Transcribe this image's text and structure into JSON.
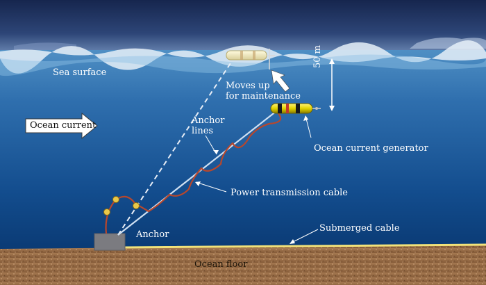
{
  "labels": {
    "sea_surface": "Sea surface",
    "moves_up_line1": "Moves up",
    "moves_up_line2": "for maintenance",
    "depth": "50 m",
    "ocean_current": "Ocean current",
    "anchor_lines_line1": "Anchor",
    "anchor_lines_line2": "lines",
    "ocean_current_generator": "Ocean current generator",
    "power_transmission_cable": "Power transmission cable",
    "anchor": "Anchor",
    "submerged_cable": "Submerged cable",
    "ocean_floor": "Ocean floor"
  },
  "colors": {
    "sky": "#1c2f5c",
    "water_top": "#4f8fc4",
    "water_bottom": "#0a3a74",
    "seabed": "#a0744e",
    "generator_body": "#e3d400",
    "generator_band": "#1a1a1a",
    "power_cable": "#b8472c",
    "submerged_cable": "#f2e27a",
    "anchor_line": "#cfe0f2"
  }
}
